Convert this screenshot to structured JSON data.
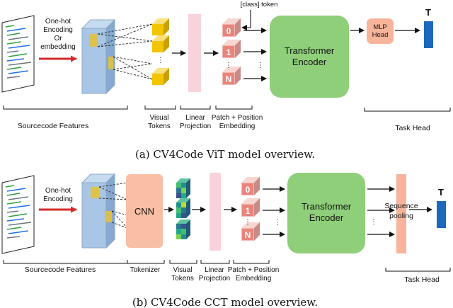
{
  "panel_a": {
    "input_label": "One-hot\nEncoding\nOr\nembedding",
    "class_token": "[class] token",
    "patch_tokens": [
      "0",
      "1",
      "N"
    ],
    "encoder": "Transformer\nEncoder",
    "head": "MLP\nHead",
    "output": "T",
    "bottom_labels": {
      "sourcecode": "Sourcecode Features",
      "visual_tokens": "Visual\nTokens",
      "linear_projection": "Linear\nProjection",
      "patch_embedding": "Patch + Position\nEmbedding",
      "task_head": "Task Head"
    },
    "caption": "(a) CV4Code ViT model overview."
  },
  "panel_b": {
    "input_label": "One-hot\nEncoding",
    "cnn": "CNN",
    "patch_tokens": [
      "0",
      "1",
      "N"
    ],
    "encoder": "Transformer\nEncoder",
    "pooling": "Sequence\npooling",
    "output": "T",
    "bottom_labels": {
      "sourcecode": "Sourcecode Features",
      "tokenizer": "Tokenizer",
      "visual_tokens": "Visual\nTokens",
      "linear_projection": "Linear\nProjection",
      "patch_embedding": "Patch + Position\nEmbedding",
      "task_head": "Task Head"
    },
    "caption": "(b) CV4Code CCT model overview."
  },
  "colors": {
    "code_page": "#ffffff",
    "feature_block": "#a9c6e6",
    "token_yellow": "#f3c400",
    "linear_proj": "#f8d3dc",
    "patch_front": "#f3b7b2",
    "patch_top": "#f7d6d2",
    "patch_side": "#c88b87",
    "encoder": "#8fcf7a",
    "mlp_head": "#f7b49a",
    "pooling": "#f7b49a",
    "output": "#1b68bd",
    "cnn": "#f8bfa4",
    "arrow_red": "#d42a2a"
  }
}
